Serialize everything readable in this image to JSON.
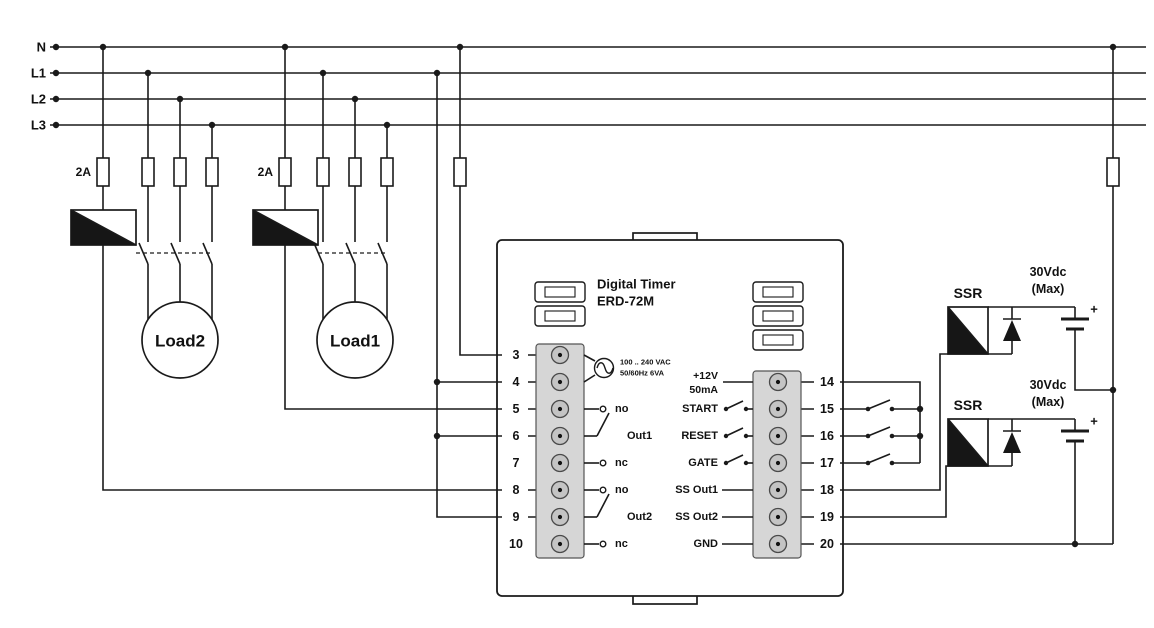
{
  "buses": {
    "n": "N",
    "l1": "L1",
    "l2": "L2",
    "l3": "L3"
  },
  "fuses": {
    "left1": "2A",
    "left2": "2A"
  },
  "loads": {
    "left": "Load2",
    "right": "Load1"
  },
  "device": {
    "title1": "Digital Timer",
    "title2": "ERD-72M",
    "supply1": "100 .. 240 VAC",
    "supply2": "50/60Hz 6VA",
    "left_terminals": [
      "3",
      "4",
      "5",
      "6",
      "7",
      "8",
      "9",
      "10"
    ],
    "right_terminals": [
      "14",
      "15",
      "16",
      "17",
      "18",
      "19",
      "20"
    ],
    "relay1": {
      "no": "no",
      "name": "Out1",
      "nc": "nc"
    },
    "relay2": {
      "no": "no",
      "name": "Out2",
      "nc": "nc"
    },
    "io": {
      "v12": "+12V",
      "ima": "50mA",
      "start": "START",
      "reset": "RESET",
      "gate": "GATE",
      "ss1": "SS Out1",
      "ss2": "SS Out2",
      "gnd": "GND"
    }
  },
  "ssr": {
    "a": {
      "label": "SSR",
      "v1": "30Vdc",
      "v2": "(Max)",
      "plus": "+"
    },
    "b": {
      "label": "SSR",
      "v1": "30Vdc",
      "v2": "(Max)",
      "plus": "+"
    }
  },
  "colors": {
    "wire": "#1a1a1a",
    "terminal_strip": "#d6d6d6",
    "background": "#ffffff"
  }
}
